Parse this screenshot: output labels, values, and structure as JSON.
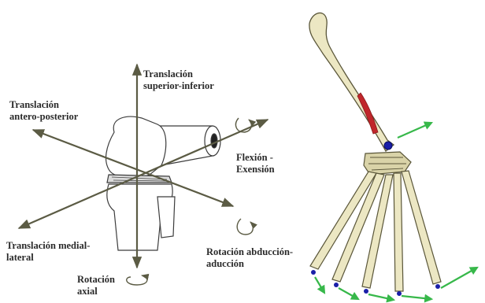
{
  "labels": {
    "vertical": "Translación\nsuperior-inferior",
    "antero_posterior": "Translación\nantero-posterior",
    "flexion": "Flexión -\nExensión",
    "medial_lateral": "Translación medial-\nlateral",
    "abduccion": "Rotación abducción-\naducción",
    "axial": "Rotación\naxial"
  },
  "colors": {
    "axis": "#5b5b44",
    "bone_fill": "#ece7c3",
    "bone_stroke": "#5a5639",
    "muscle": "#c0262b",
    "joint_marker": "#1a1fa8",
    "force_arrow": "#37b84a"
  }
}
